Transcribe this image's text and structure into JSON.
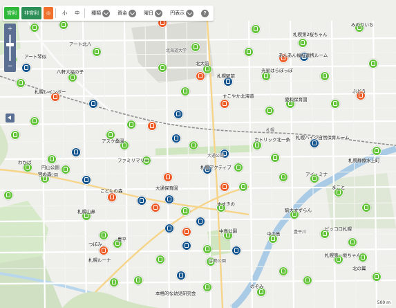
{
  "toolbar": {
    "buttons": [
      {
        "label": "営利",
        "style": "green"
      },
      {
        "label": "非営利",
        "style": "dark"
      },
      {
        "label": "◎",
        "style": "orange"
      },
      {
        "label": "小",
        "style": "plain"
      },
      {
        "label": "中",
        "style": "plain"
      },
      {
        "label": "種類",
        "style": "dropdown"
      },
      {
        "label": "資金",
        "style": "dropdown"
      },
      {
        "label": "曜日",
        "style": "dropdown"
      },
      {
        "label": "円表示",
        "style": "dropdown"
      }
    ],
    "help_icon": "help-icon"
  },
  "zoom": {
    "plus": "+",
    "minus": "−",
    "level_fraction": 0.35
  },
  "colors": {
    "green_pin": "#63c43a",
    "orange_pin": "#ee5b27",
    "blue_pin": "#14558f",
    "river": "#a9cbe6",
    "park": "#cfe6c0"
  },
  "places": [
    {
      "label": "札幌第2桜ちゃん",
      "pin": "green"
    },
    {
      "label": "あんあん福祉連携ルーム",
      "pin": "orange"
    },
    {
      "label": "光星はらぽっぽ",
      "pin": "green"
    },
    {
      "label": "札幌ハイジ自然保育ルーム",
      "pin": "blue"
    },
    {
      "label": "札幌静療水上町",
      "pin": "green"
    },
    {
      "label": "愛和保育園",
      "pin": "green"
    },
    {
      "label": "札幌駅前",
      "pin": "blue"
    },
    {
      "label": "すこやか北海道",
      "pin": "orange"
    },
    {
      "label": "アスク桑園",
      "pin": "green"
    },
    {
      "label": "ファミリマリー",
      "pin": "green"
    },
    {
      "label": "札幌アクティブ",
      "pin": "blue"
    },
    {
      "label": "大通保育園",
      "pin": "orange"
    },
    {
      "label": "すすきの",
      "pin": "green"
    },
    {
      "label": "中島公園",
      "pin": "green"
    },
    {
      "label": "札幌ルーナ",
      "pin": "orange"
    },
    {
      "label": "札幌第一坂ちゃん",
      "pin": "green"
    },
    {
      "label": "駒大すずらん",
      "pin": "green"
    },
    {
      "label": "ピッコロ札幌",
      "pin": "green"
    },
    {
      "label": "カトリック北一条",
      "pin": "green"
    },
    {
      "label": "円山公園",
      "pin": "green"
    },
    {
      "label": "北大前",
      "pin": "green"
    },
    {
      "label": "アート北八",
      "pin": "green"
    },
    {
      "label": "アート琴似",
      "pin": "blue"
    },
    {
      "label": "八軒大福の子",
      "pin": "green"
    },
    {
      "label": "札幌レインボー",
      "pin": "orange"
    },
    {
      "label": "わかば",
      "pin": "green"
    },
    {
      "label": "宮の森",
      "pin": "green"
    },
    {
      "label": "こどもの森",
      "pin": "orange"
    },
    {
      "label": "アイ・ミナ",
      "pin": "green"
    },
    {
      "label": "まこと",
      "pin": "green"
    },
    {
      "label": "ぶどう",
      "pin": "orange"
    },
    {
      "label": "みのりいち",
      "pin": "green"
    },
    {
      "label": "つぼみ",
      "pin": "green"
    },
    {
      "label": "札幌山鼻",
      "pin": "green"
    },
    {
      "label": "豊平",
      "pin": "green"
    },
    {
      "label": "のぞみ",
      "pin": "green"
    },
    {
      "label": "中の島",
      "pin": "green"
    },
    {
      "label": "北の翼",
      "pin": "green"
    },
    {
      "label": "本格的な幼児研究会",
      "pin": "blue"
    }
  ],
  "map_labels": [
    "札幌",
    "北海道大学",
    "大通公園",
    "中島公園",
    "円山公園",
    "豊平川"
  ],
  "scale_text": "500 m"
}
